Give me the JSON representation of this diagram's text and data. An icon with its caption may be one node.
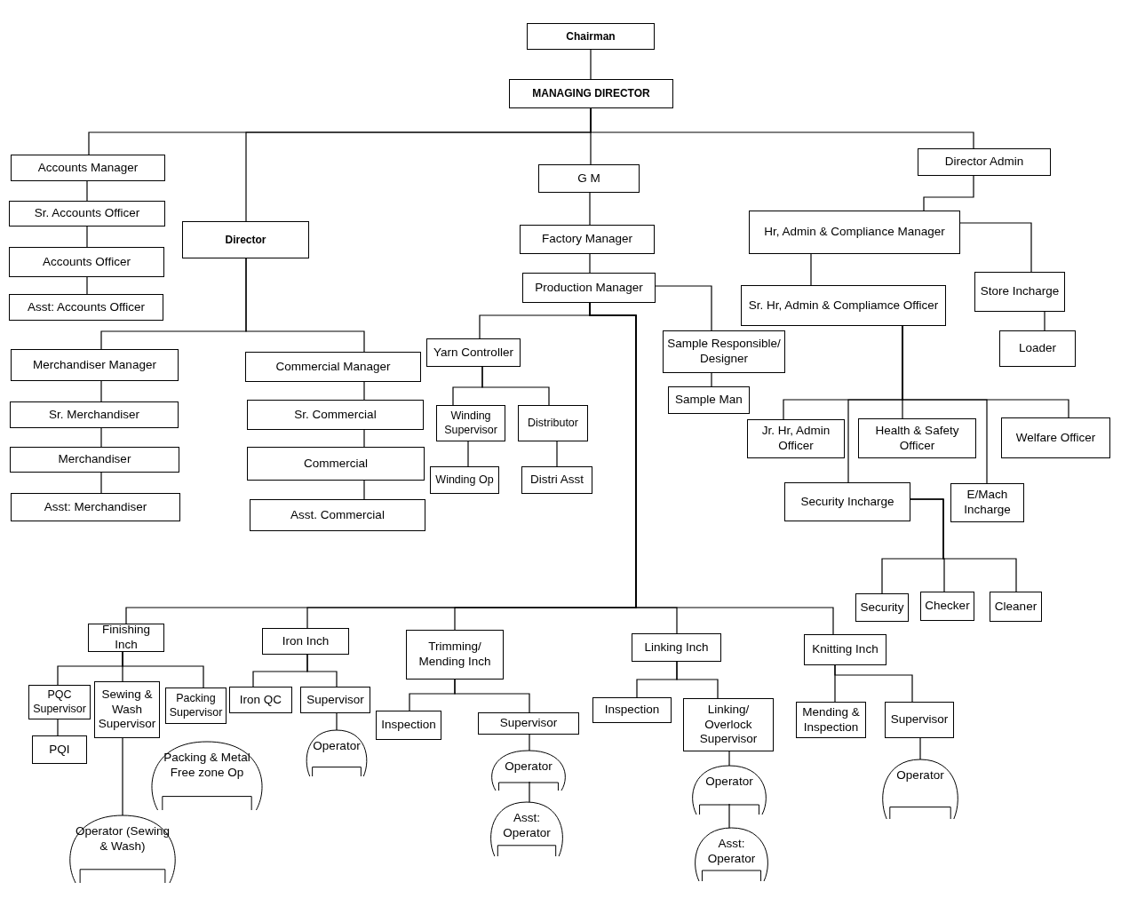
{
  "diagram": {
    "nodes": [
      {
        "text": [
          "Chairman"
        ]
      },
      {
        "text": [
          "MANAGING DIRECTOR"
        ]
      },
      {
        "text": [
          "Accounts Manager"
        ]
      },
      {
        "text": [
          "Sr. Accounts Officer"
        ]
      },
      {
        "text": [
          "Accounts Officer"
        ]
      },
      {
        "text": [
          "Asst: Accounts Officer"
        ]
      },
      {
        "text": [
          "Director"
        ]
      },
      {
        "text": [
          "G M"
        ]
      },
      {
        "text": [
          "Director Admin"
        ]
      },
      {
        "text": [
          "Factory Manager"
        ]
      },
      {
        "text": [
          "Production Manager"
        ]
      },
      {
        "text": [
          "Hr, Admin & Compliance Manager"
        ]
      },
      {
        "text": [
          "Sr. Hr, Admin & Compliamce Officer"
        ]
      },
      {
        "text": [
          "Store Incharge"
        ]
      },
      {
        "text": [
          "Loader"
        ]
      },
      {
        "text": [
          "Merchandiser Manager"
        ]
      },
      {
        "text": [
          "Commercial Manager"
        ]
      },
      {
        "text": [
          "Yarn Controller"
        ]
      },
      {
        "text": [
          "Sample Responsible/ Designer"
        ]
      },
      {
        "text": [
          "Sample Man"
        ]
      },
      {
        "text": [
          "Sr. Merchandiser"
        ]
      },
      {
        "text": [
          "Sr. Commercial"
        ]
      },
      {
        "text": [
          "Winding Supervisor"
        ]
      },
      {
        "text": [
          "Distributor"
        ]
      },
      {
        "text": [
          "Merchandiser"
        ]
      },
      {
        "text": [
          "Commercial"
        ]
      },
      {
        "text": [
          "Winding Op"
        ]
      },
      {
        "text": [
          "Distri Asst"
        ]
      },
      {
        "text": [
          "Asst: Merchandiser"
        ]
      },
      {
        "text": [
          "Asst. Commercial"
        ]
      },
      {
        "text": [
          "Jr. Hr, Admin Officer"
        ]
      },
      {
        "text": [
          "Health & Safety Officer"
        ]
      },
      {
        "text": [
          "Welfare Officer"
        ]
      },
      {
        "text": [
          "Security Incharge"
        ]
      },
      {
        "text": [
          "E/Mach Incharge"
        ]
      },
      {
        "text": [
          "Security"
        ]
      },
      {
        "text": [
          "Checker"
        ]
      },
      {
        "text": [
          "Cleaner"
        ]
      },
      {
        "text": [
          "Finishing Inch"
        ]
      },
      {
        "text": [
          "Iron Inch"
        ]
      },
      {
        "text": [
          "Trimming/ Mending Inch"
        ]
      },
      {
        "text": [
          "Linking Inch"
        ]
      },
      {
        "text": [
          "Knitting Inch"
        ]
      },
      {
        "text": [
          "PQC Supervisor"
        ]
      },
      {
        "text": [
          "Sewing & Wash Supervisor"
        ]
      },
      {
        "text": [
          "Packing Supervisor"
        ]
      },
      {
        "text": [
          "Iron QC"
        ]
      },
      {
        "text": [
          "Supervisor"
        ]
      },
      {
        "text": [
          "Inspection"
        ]
      },
      {
        "text": [
          "Supervisor"
        ]
      },
      {
        "text": [
          "Inspection"
        ]
      },
      {
        "text": [
          "Linking/ Overlock Supervisor"
        ]
      },
      {
        "text": [
          "Mending & Inspection"
        ]
      },
      {
        "text": [
          "Supervisor"
        ]
      },
      {
        "text": [
          "PQI"
        ]
      },
      {
        "text": [
          "Operator"
        ]
      },
      {
        "text": [
          "Packing & Metal Free zone Op"
        ]
      },
      {
        "text": [
          "Operator"
        ]
      },
      {
        "text": [
          "Operator"
        ]
      },
      {
        "text": [
          "Operator"
        ]
      },
      {
        "text": [
          "Asst: Operator"
        ]
      },
      {
        "text": [
          "Asst: Operator"
        ]
      },
      {
        "text": [
          "Operator (Sewing & Wash)"
        ]
      }
    ],
    "edges": [
      {
        "from": 0,
        "to": 1,
        "arrow": "none"
      },
      {
        "from": 1,
        "to": 2,
        "arrow": "none"
      },
      {
        "from": 1,
        "to": 6,
        "arrow": "none"
      },
      {
        "from": 1,
        "to": 7,
        "arrow": "none"
      },
      {
        "from": 1,
        "to": 8,
        "arrow": "none"
      },
      {
        "from": 2,
        "to": 3,
        "arrow": "none"
      },
      {
        "from": 3,
        "to": 4,
        "arrow": "none"
      },
      {
        "from": 4,
        "to": 5,
        "arrow": "none"
      },
      {
        "from": 6,
        "to": 15,
        "arrow": "none"
      },
      {
        "from": 6,
        "to": 16,
        "arrow": "none"
      },
      {
        "from": 15,
        "to": 20,
        "arrow": "none"
      },
      {
        "from": 20,
        "to": 24,
        "arrow": "none"
      },
      {
        "from": 24,
        "to": 28,
        "arrow": "none"
      },
      {
        "from": 16,
        "to": 21,
        "arrow": "none"
      },
      {
        "from": 21,
        "to": 25,
        "arrow": "none"
      },
      {
        "from": 25,
        "to": 29,
        "arrow": "none"
      },
      {
        "from": 7,
        "to": 9,
        "arrow": "none"
      },
      {
        "from": 9,
        "to": 10,
        "arrow": "none"
      },
      {
        "from": 10,
        "to": 17,
        "arrow": "none"
      },
      {
        "from": 10,
        "to": 18,
        "arrow": "none"
      },
      {
        "from": 18,
        "to": 19,
        "arrow": "none"
      },
      {
        "from": 17,
        "to": 22,
        "arrow": "none"
      },
      {
        "from": 17,
        "to": 23,
        "arrow": "none"
      },
      {
        "from": 22,
        "to": 26,
        "arrow": "none"
      },
      {
        "from": 23,
        "to": 27,
        "arrow": "none"
      },
      {
        "from": 8,
        "to": 11,
        "arrow": "none"
      },
      {
        "from": 11,
        "to": 12,
        "arrow": "none"
      },
      {
        "from": 11,
        "to": 13,
        "arrow": "none"
      },
      {
        "from": 13,
        "to": 14,
        "arrow": "none"
      },
      {
        "from": 12,
        "to": 30,
        "arrow": "none"
      },
      {
        "from": 12,
        "to": 33,
        "arrow": "none"
      },
      {
        "from": 12,
        "to": 31,
        "arrow": "none"
      },
      {
        "from": 12,
        "to": 34,
        "arrow": "none"
      },
      {
        "from": 12,
        "to": 32,
        "arrow": "none"
      },
      {
        "from": 33,
        "to": 35,
        "arrow": "none"
      },
      {
        "from": 33,
        "to": 36,
        "arrow": "none"
      },
      {
        "from": 33,
        "to": 37,
        "arrow": "none"
      },
      {
        "from": 10,
        "to": 38,
        "arrow": "none"
      },
      {
        "from": 10,
        "to": 39,
        "arrow": "none"
      },
      {
        "from": 10,
        "to": 40,
        "arrow": "none"
      },
      {
        "from": 10,
        "to": 41,
        "arrow": "none"
      },
      {
        "from": 10,
        "to": 42,
        "arrow": "none"
      },
      {
        "from": 38,
        "to": 43,
        "arrow": "none"
      },
      {
        "from": 38,
        "to": 44,
        "arrow": "none"
      },
      {
        "from": 38,
        "to": 45,
        "arrow": "none"
      },
      {
        "from": 43,
        "to": 54,
        "arrow": "none"
      },
      {
        "from": 44,
        "to": 62,
        "arrow": "none"
      },
      {
        "from": 39,
        "to": 46,
        "arrow": "none"
      },
      {
        "from": 39,
        "to": 47,
        "arrow": "none"
      },
      {
        "from": 47,
        "to": 55,
        "arrow": "none"
      },
      {
        "from": 40,
        "to": 48,
        "arrow": "none"
      },
      {
        "from": 40,
        "to": 49,
        "arrow": "none"
      },
      {
        "from": 49,
        "to": 57,
        "arrow": "none"
      },
      {
        "from": 57,
        "to": 60,
        "arrow": "none"
      },
      {
        "from": 41,
        "to": 50,
        "arrow": "none"
      },
      {
        "from": 41,
        "to": 51,
        "arrow": "none"
      },
      {
        "from": 51,
        "to": 58,
        "arrow": "none"
      },
      {
        "from": 58,
        "to": 61,
        "arrow": "none"
      },
      {
        "from": 42,
        "to": 52,
        "arrow": "none"
      },
      {
        "from": 42,
        "to": 53,
        "arrow": "none"
      },
      {
        "from": 53,
        "to": 59,
        "arrow": "none"
      }
    ]
  }
}
